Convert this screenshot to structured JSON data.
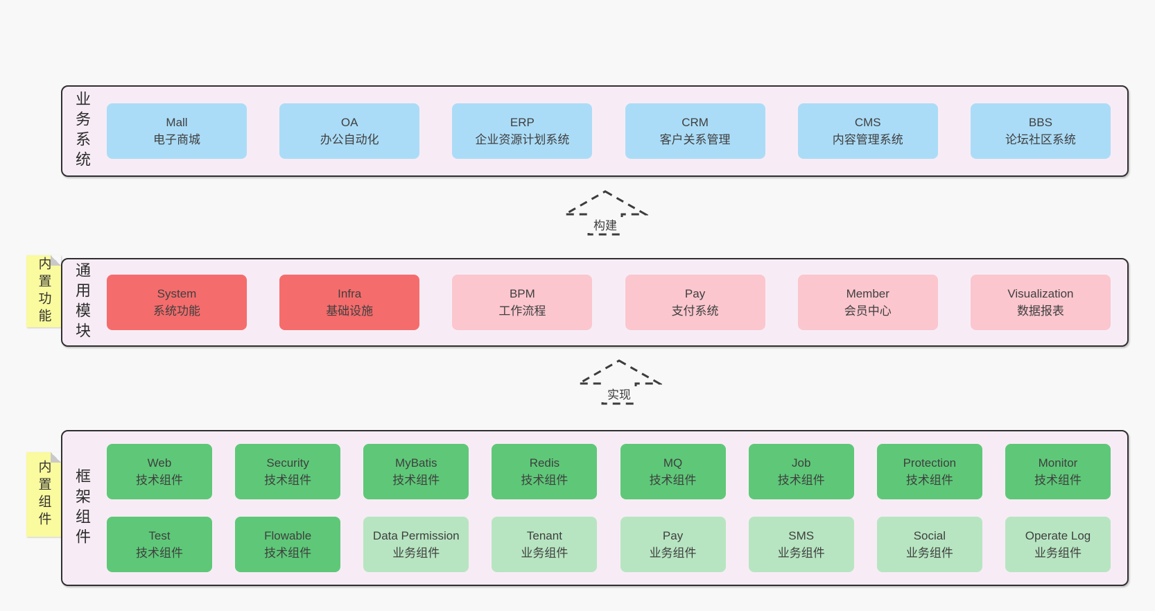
{
  "diagram": {
    "arrows": [
      {
        "label": "构建"
      },
      {
        "label": "实现"
      }
    ],
    "notes": [
      {
        "label": "内置功能"
      },
      {
        "label": "内置组件"
      }
    ],
    "bands": [
      {
        "label": "业务系统",
        "boxes": [
          {
            "name": "Mall",
            "desc": "电子商城"
          },
          {
            "name": "OA",
            "desc": "办公自动化"
          },
          {
            "name": "ERP",
            "desc": "企业资源计划系统"
          },
          {
            "name": "CRM",
            "desc": "客户关系管理"
          },
          {
            "name": "CMS",
            "desc": "内容管理系统"
          },
          {
            "name": "BBS",
            "desc": "论坛社区系统"
          }
        ]
      },
      {
        "label": "通用模块",
        "boxes": [
          {
            "name": "System",
            "desc": "系统功能"
          },
          {
            "name": "Infra",
            "desc": "基础设施"
          },
          {
            "name": "BPM",
            "desc": "工作流程"
          },
          {
            "name": "Pay",
            "desc": "支付系统"
          },
          {
            "name": "Member",
            "desc": "会员中心"
          },
          {
            "name": "Visualization",
            "desc": "数据报表"
          }
        ]
      },
      {
        "label": "框架组件",
        "boxes": [
          {
            "name": "Web",
            "desc": "技术组件"
          },
          {
            "name": "Security",
            "desc": "技术组件"
          },
          {
            "name": "MyBatis",
            "desc": "技术组件"
          },
          {
            "name": "Redis",
            "desc": "技术组件"
          },
          {
            "name": "MQ",
            "desc": "技术组件"
          },
          {
            "name": "Job",
            "desc": "技术组件"
          },
          {
            "name": "Protection",
            "desc": "技术组件"
          },
          {
            "name": "Monitor",
            "desc": "技术组件"
          },
          {
            "name": "Test",
            "desc": "技术组件"
          },
          {
            "name": "Flowable",
            "desc": "技术组件"
          },
          {
            "name": "Data Permission",
            "desc": "业务组件"
          },
          {
            "name": "Tenant",
            "desc": "业务组件"
          },
          {
            "name": "Pay",
            "desc": "业务组件"
          },
          {
            "name": "SMS",
            "desc": "业务组件"
          },
          {
            "name": "Social",
            "desc": "业务组件"
          },
          {
            "name": "Operate Log",
            "desc": "业务组件"
          }
        ]
      }
    ],
    "colors": {
      "page_bg": "#f8f8f8",
      "band_bg": "#f7ecf5",
      "band_border": "#2f2f2f",
      "business_system_box": "#abdcf7",
      "core_module_box": "#f56c6c",
      "extension_module_box": "#fbc6ce",
      "tech_component_box": "#5ec878",
      "biz_component_box": "#b7e5c1",
      "sticky_note_bg": "#fafa9e",
      "text": "#3f3f3f"
    }
  }
}
